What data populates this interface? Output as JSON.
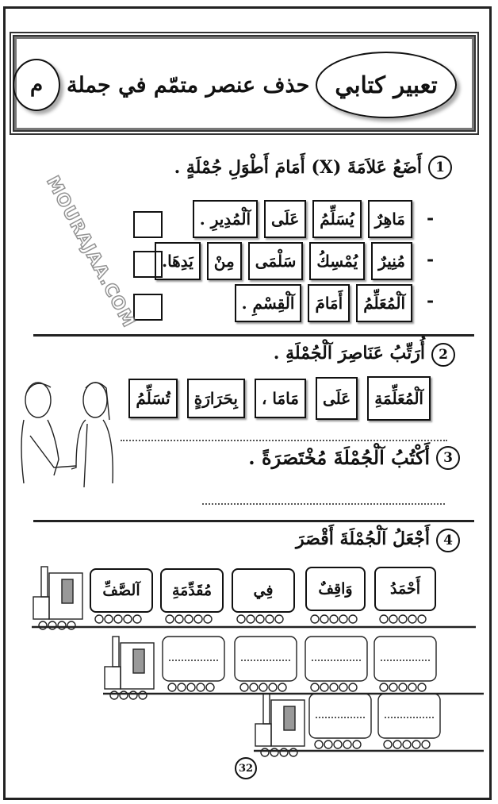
{
  "header": {
    "title": "تعبير كتابي",
    "subtitle": "حذف عنصر متمّم في جملة",
    "badge": "م"
  },
  "watermark": "MOURAJAA.COM",
  "exercise1": {
    "number": "1",
    "instruction": "أَضَعُ عَلاَمَةَ (X) أَمَامَ أَطْوَلِ جُمْلَةٍ .",
    "rows": [
      {
        "words": [
          "مَاهِرٌ",
          "يُسَلِّمُ",
          "عَلَى",
          "آلْمُدِيرِ ."
        ],
        "checked": false
      },
      {
        "words": [
          "مُنِيرٌ",
          "يُمْسِكُ",
          "سَلْمَى",
          "مِنْ",
          "يَدِهَا."
        ],
        "checked": false
      },
      {
        "words": [
          "آلْمُعَلِّمُ",
          "أَمَامَ",
          "آلْقِسْمِ ."
        ],
        "checked": false
      }
    ]
  },
  "exercise2": {
    "number": "2",
    "instruction": "أُرَتِّبُ عَنَاصِرَ آلْجُمْلَةِ .",
    "words": [
      "آلْمُعَلِّمَةِ",
      "عَلَى",
      "مَامَا ،",
      "بِحَرَارَةٍ",
      "تُسَلِّمُ"
    ]
  },
  "exercise3": {
    "number": "3",
    "instruction": "أَكْتُبُ آلْجُمْلَةَ مُخْتَصَرَةً ."
  },
  "exercise4": {
    "number": "4",
    "instruction": "أَجْعَلُ آلْجُمْلَةَ أَقْصَرَ",
    "train1": [
      "أَحْمَدُ",
      "وَاقِفٌ",
      "فِي",
      "مُقَدِّمَةِ",
      "آلصَّفِّ"
    ]
  },
  "page_number": "32"
}
